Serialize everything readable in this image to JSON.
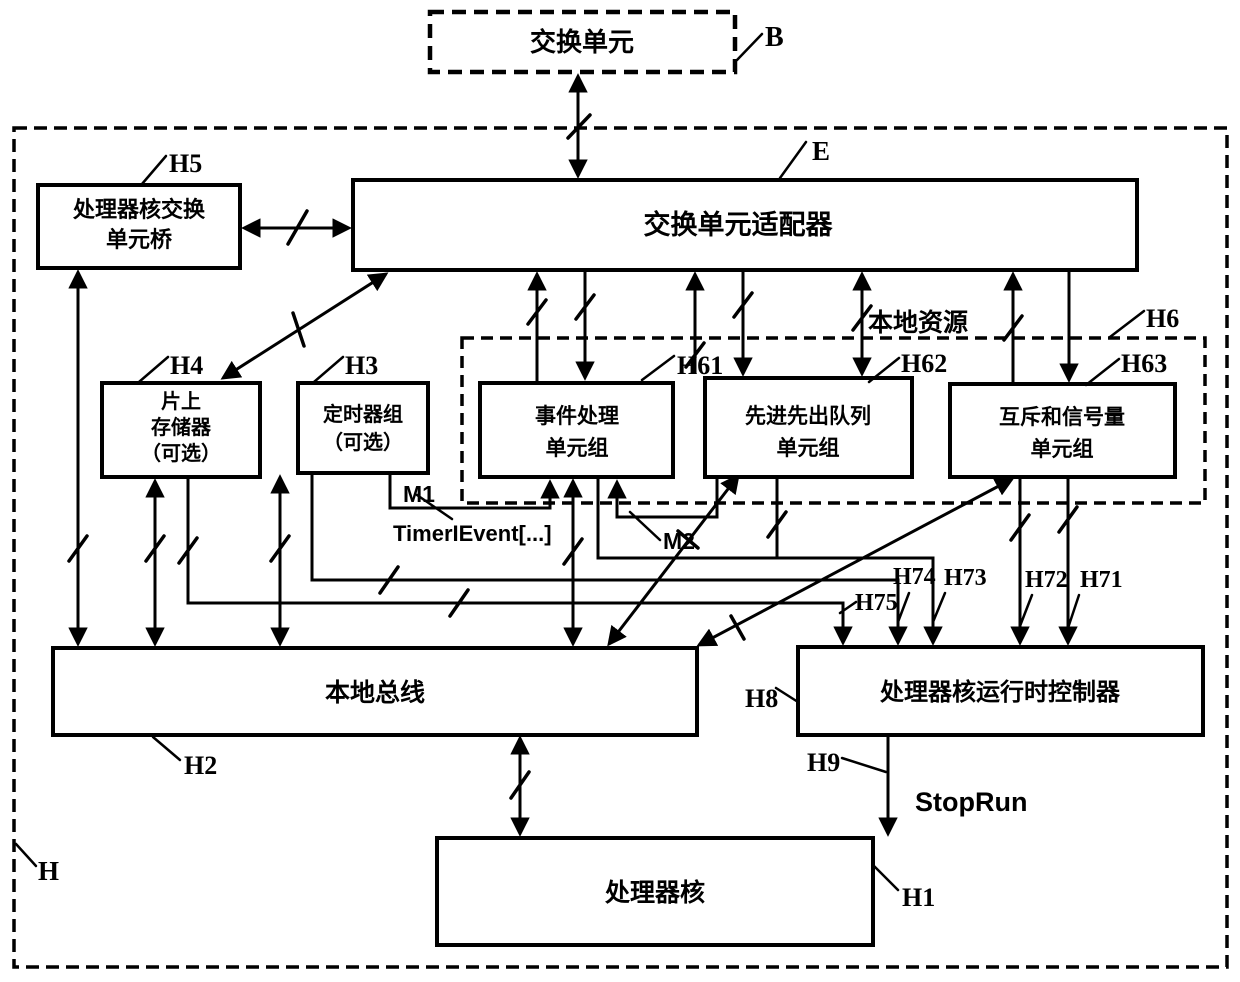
{
  "diagram": {
    "outer_tag": "H",
    "boxes": {
      "switch_unit": {
        "label": "交换单元",
        "tag": "B"
      },
      "adapter": {
        "label": "交换单元适配器",
        "tag": "E"
      },
      "core_switch_bridge": {
        "line1": "处理器核交换",
        "line2": "单元桥",
        "tag": "H5"
      },
      "onchip_memory": {
        "line1": "片上",
        "line2": "存储器",
        "line3": "（可选）",
        "tag": "H4"
      },
      "timer_group": {
        "line1": "定时器组",
        "line2": "（可选）",
        "tag": "H3"
      },
      "local_resources": {
        "label": "本地资源",
        "tag": "H6"
      },
      "event_unit_group": {
        "line1": "事件处理",
        "line2": "单元组",
        "tag": "H61"
      },
      "fifo_unit_group": {
        "line1": "先进先出队列",
        "line2": "单元组",
        "tag": "H62"
      },
      "mutex_semaphore_group": {
        "line1": "互斥和信号量",
        "line2": "单元组",
        "tag": "H63"
      },
      "local_bus": {
        "label": "本地总线",
        "tag": "H2"
      },
      "runtime_controller": {
        "label": "处理器核运行时控制器",
        "tag": "H8"
      },
      "processor_core": {
        "label": "处理器核",
        "tag": "H1"
      }
    },
    "annotations": {
      "m1": "M1",
      "m2": "M2",
      "timer_event": "TimerIEvent[...]",
      "stoprun": "StopRun",
      "h9": "H9",
      "h71": "H71",
      "h72": "H72",
      "h73": "H73",
      "h74": "H74",
      "h75": "H75"
    }
  }
}
